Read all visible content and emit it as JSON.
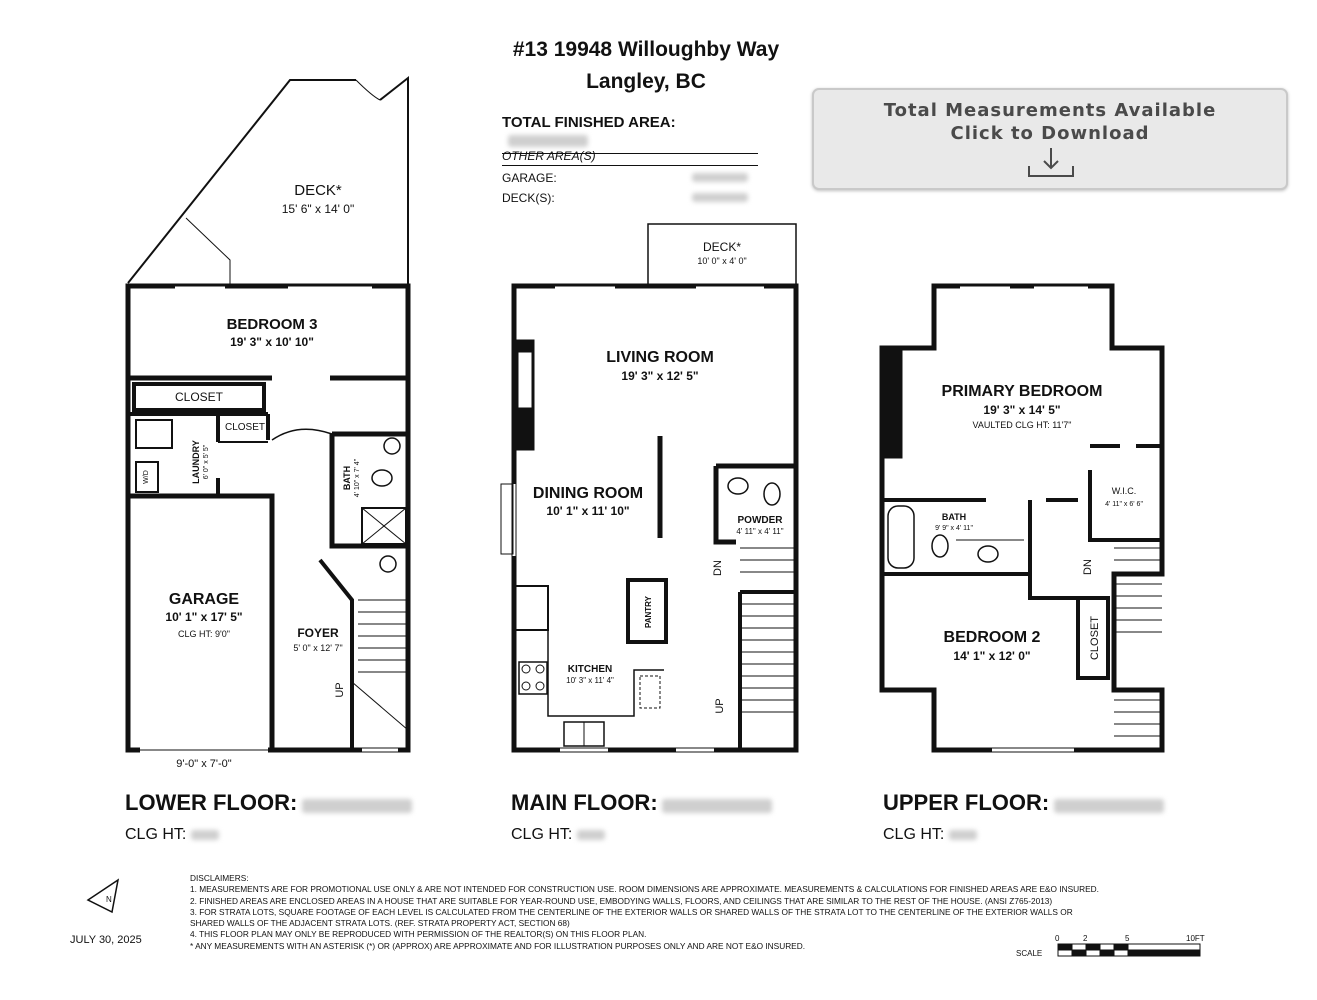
{
  "header": {
    "address_line1": "#13 19948 Willoughby Way",
    "address_line2": "Langley, BC",
    "total_finished_area_label": "TOTAL FINISHED AREA:",
    "other_areas_label": "OTHER AREA(S)",
    "garage_label": "GARAGE:",
    "decks_label": "DECK(S):"
  },
  "download_button": {
    "line1": "Total Measurements Available",
    "line2": "Click to Download",
    "icon": "download-icon"
  },
  "floors": {
    "lower": {
      "name": "LOWER FLOOR:",
      "clg": "CLG HT:",
      "rooms": {
        "deck": {
          "name": "DECK*",
          "dims": "15' 6\" x 14' 0\""
        },
        "bedroom3": {
          "name": "BEDROOM 3",
          "dims": "19' 3\" x 10' 10\""
        },
        "closet1": {
          "name": "CLOSET"
        },
        "closet2": {
          "name": "CLOSET"
        },
        "laundry": {
          "name": "LAUNDRY",
          "dims": "6' 0\" x 5' 5\""
        },
        "wd": {
          "name": "W/D"
        },
        "bath": {
          "name": "BATH",
          "dims": "4' 10\" x 7' 4\""
        },
        "garage": {
          "name": "GARAGE",
          "dims": "10' 1\" x 17' 5\"",
          "clg": "CLG HT: 9'0\""
        },
        "foyer": {
          "name": "FOYER",
          "dims": "5' 0\" x 12' 7\""
        },
        "up": {
          "name": "UP"
        },
        "garage_door": {
          "dims": "9'-0\" x 7'-0\""
        }
      }
    },
    "main": {
      "name": "MAIN FLOOR:",
      "clg": "CLG HT:",
      "rooms": {
        "deck": {
          "name": "DECK*",
          "dims": "10' 0\" x 4' 0\""
        },
        "living": {
          "name": "LIVING ROOM",
          "dims": "19' 3\" x 12' 5\""
        },
        "dining": {
          "name": "DINING ROOM",
          "dims": "10' 1\" x 11' 10\""
        },
        "powder": {
          "name": "POWDER",
          "dims": "4' 11\" x 4' 11\""
        },
        "pantry": {
          "name": "PANTRY"
        },
        "kitchen": {
          "name": "KITCHEN",
          "dims": "10' 3\" x 11' 4\""
        },
        "dn": {
          "name": "DN"
        },
        "up": {
          "name": "UP"
        }
      }
    },
    "upper": {
      "name": "UPPER FLOOR:",
      "clg": "CLG HT:",
      "rooms": {
        "primary": {
          "name": "PRIMARY BEDROOM",
          "dims": "19' 3\" x 14' 5\"",
          "note": "VAULTED CLG HT: 11'7\""
        },
        "wic": {
          "name": "W.I.C.",
          "dims": "4' 11\" x 6' 6\""
        },
        "bath": {
          "name": "BATH",
          "dims": "9' 9\" x 4' 11\""
        },
        "bedroom2": {
          "name": "BEDROOM 2",
          "dims": "14' 1\" x 12' 0\""
        },
        "closet": {
          "name": "CLOSET"
        },
        "dn": {
          "name": "DN"
        }
      }
    }
  },
  "footer": {
    "date": "JULY 30, 2025",
    "north": "N",
    "disclaimers_title": "DISCLAIMERS:",
    "disclaimers": [
      "1. MEASUREMENTS ARE FOR PROMOTIONAL USE ONLY & ARE NOT INTENDED FOR CONSTRUCTION USE. ROOM DIMENSIONS ARE APPROXIMATE. MEASUREMENTS & CALCULATIONS FOR FINISHED AREAS ARE E&O INSURED.",
      "2. FINISHED AREAS ARE ENCLOSED AREAS IN A HOUSE THAT ARE SUITABLE FOR YEAR-ROUND USE, EMBODYING WALLS, FLOORS, AND CEILINGS THAT ARE SIMILAR TO THE REST OF THE HOUSE. (ANSI Z765-2013)",
      "3. FOR STRATA LOTS, SQUARE FOOTAGE OF EACH LEVEL IS CALCULATED FROM THE CENTERLINE OF THE EXTERIOR WALLS OR SHARED WALLS OF THE STRATA LOT TO THE CENTERLINE OF THE EXTERIOR WALLS OR",
      "SHARED WALLS OF THE ADJACENT STRATA LOTS. (REF. STRATA PROPERTY ACT, SECTION 68)",
      "4. THIS FLOOR PLAN MAY ONLY BE REPRODUCED WITH PERMISSION OF THE REALTOR(S) ON THIS FLOOR PLAN.",
      "* ANY MEASUREMENTS WITH AN ASTERISK (*) OR (APPROX) ARE APPROXIMATE AND FOR ILLUSTRATION PURPOSES ONLY AND ARE NOT E&O INSURED."
    ],
    "scale_label": "SCALE",
    "scale_ticks": [
      "0",
      "2",
      "5",
      "10FT"
    ]
  }
}
